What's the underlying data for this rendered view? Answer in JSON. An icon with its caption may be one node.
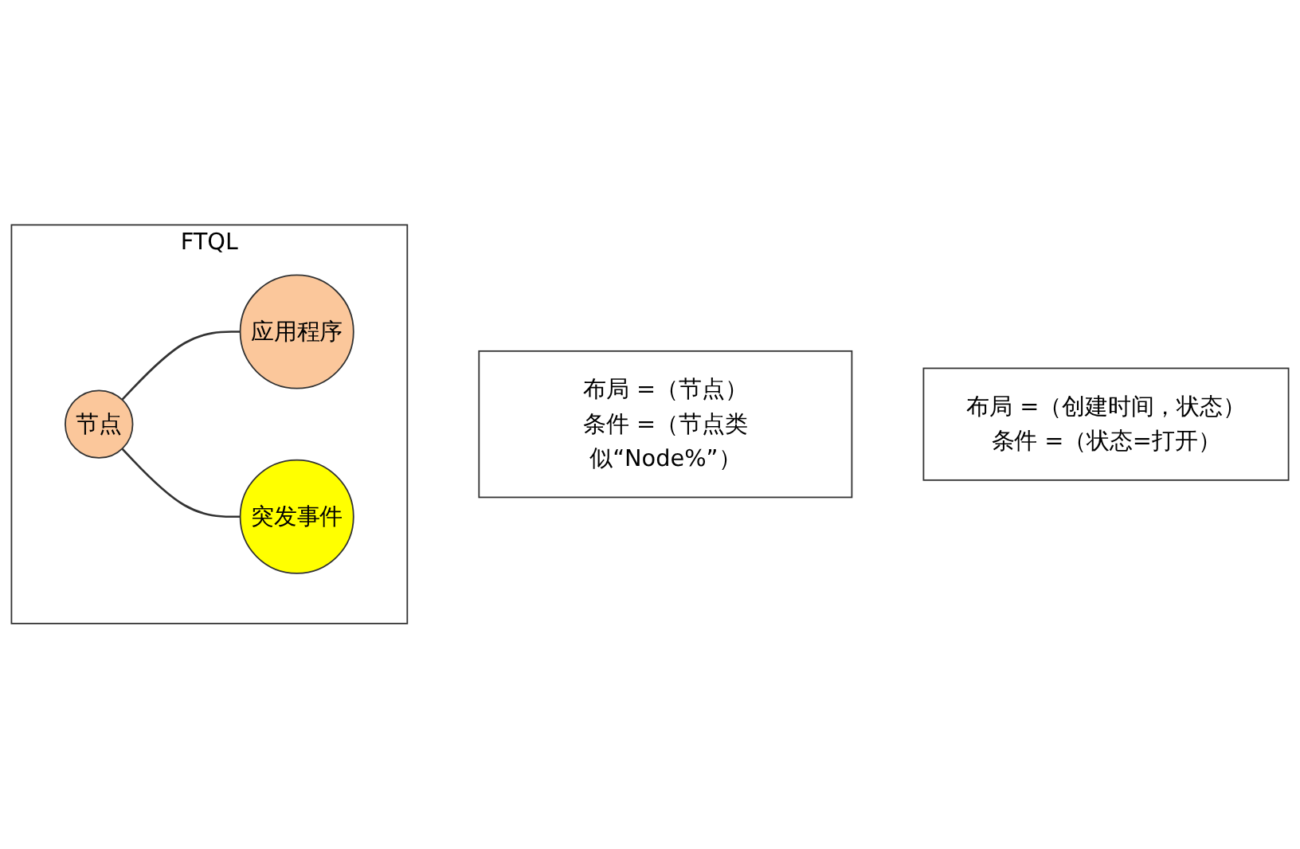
{
  "diagram": {
    "nodes": [
      {
        "text": [
          "FTQL"
        ]
      },
      {
        "text": [
          "节点"
        ],
        "in": 0
      },
      {
        "text": [
          "布局 =（节点）",
          "条件 =（节点类似“Node%”）"
        ]
      },
      {
        "text": [
          "应用程序"
        ],
        "in": 0
      },
      {
        "text": [
          "突发事件"
        ],
        "in": 0
      },
      {
        "text": [
          "布局 =（创建时间，状态）",
          "条件 =（状态=打开）"
        ]
      }
    ],
    "edges": [
      {
        "from": 1,
        "to": 3,
        "arrow": "none"
      },
      {
        "from": 1,
        "to": 4,
        "arrow": "none"
      }
    ]
  }
}
